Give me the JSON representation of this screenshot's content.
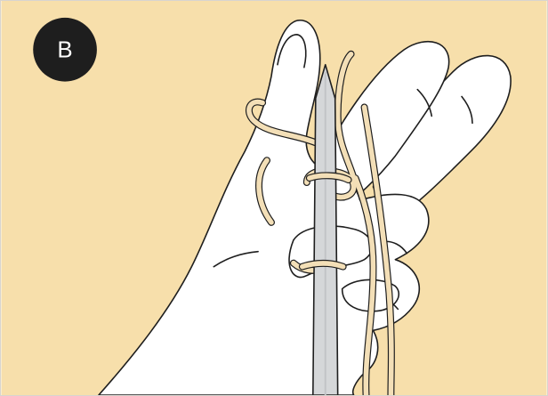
{
  "step_badge": {
    "label": "B"
  },
  "colors": {
    "background": "#f7dfab",
    "hand": "#ffffff",
    "outline": "#1e1e1e",
    "yarn": "#f3dfb7",
    "needle": "#d5d7d9",
    "badge": "#1e1e1e"
  },
  "illustration": {
    "subject": "hand-holding-knitting-needle-with-yarn",
    "icon": "knitting-hand-illustration"
  }
}
